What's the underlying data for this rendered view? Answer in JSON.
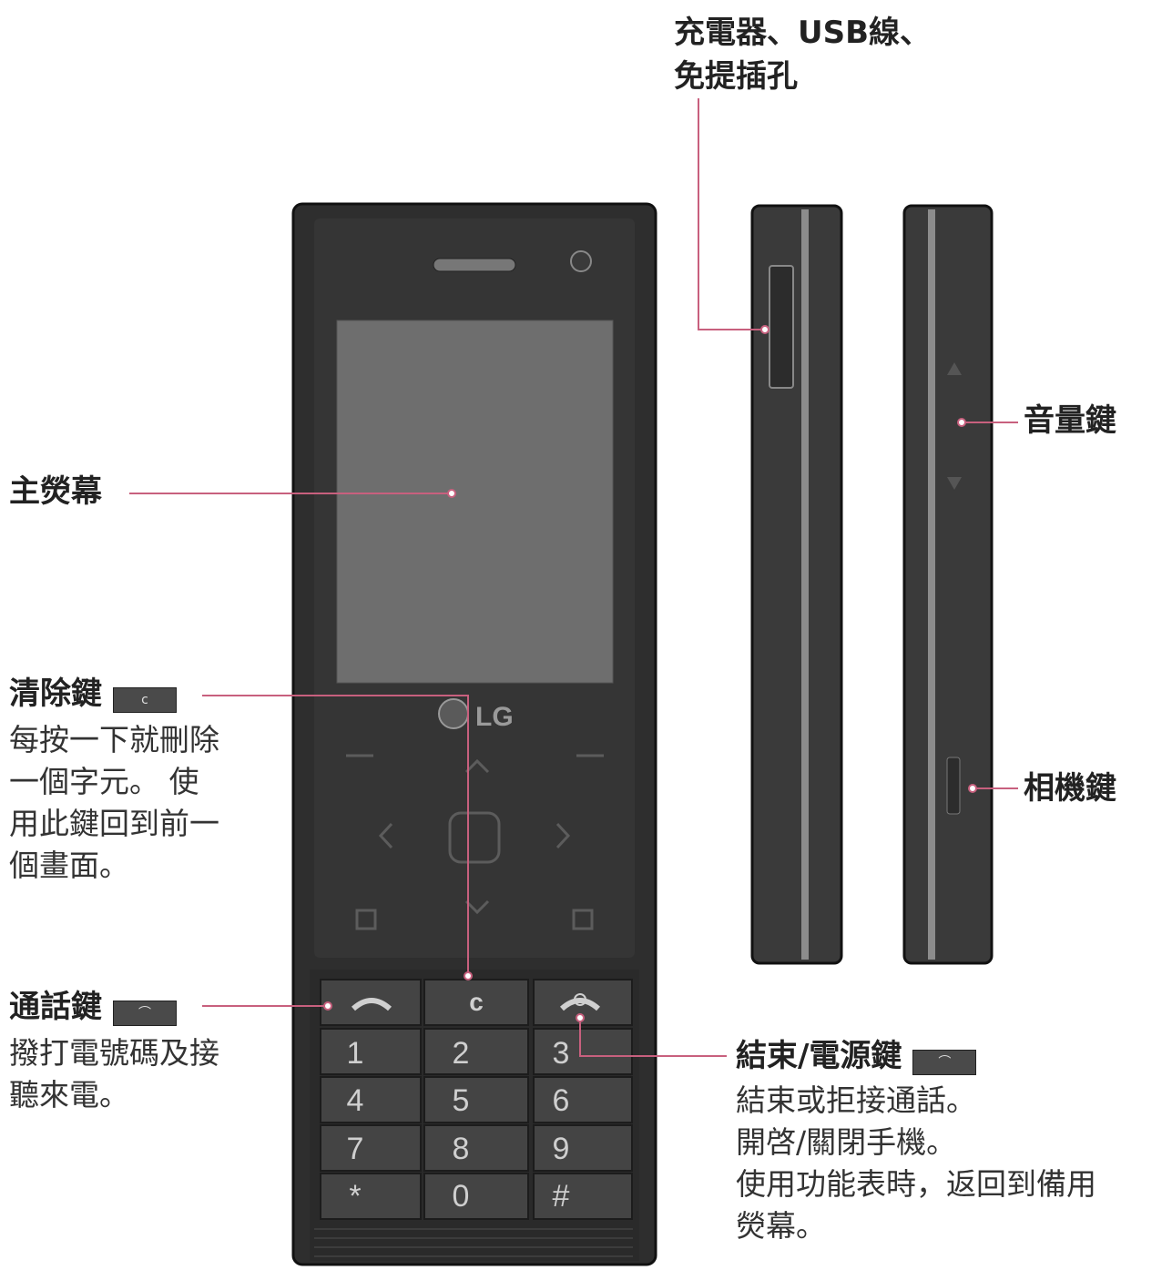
{
  "labels": {
    "charger": {
      "line1": "充電器、USB線、",
      "line2": "免提插孔"
    },
    "main_screen": "主熒幕",
    "volume": "音量鍵",
    "camera": "相機鍵",
    "clear": {
      "title": "清除鍵",
      "desc": "每按一下就刪除\n一個字元。 使\n用此鍵回到前一\n個畫面。"
    },
    "call": {
      "title": "通話鍵",
      "desc": "撥打電號碼及接\n聽來電。"
    },
    "end": {
      "title": "結束/電源鍵",
      "desc": "結束或拒接通話。\n開啓/關閉手機。\n使用功能表時，返回到備用\n熒幕。"
    }
  },
  "phone": {
    "brand": "LG",
    "keys": [
      [
        "1",
        "2",
        "3"
      ],
      [
        "4",
        "5",
        "6"
      ],
      [
        "7",
        "8",
        "9"
      ],
      [
        "*",
        "0",
        "#"
      ]
    ],
    "clear_key_glyph": "c"
  },
  "colors": {
    "leader": "#c8607e",
    "phone_body": "#2e2e2e",
    "screen": "#6e6e6e"
  }
}
